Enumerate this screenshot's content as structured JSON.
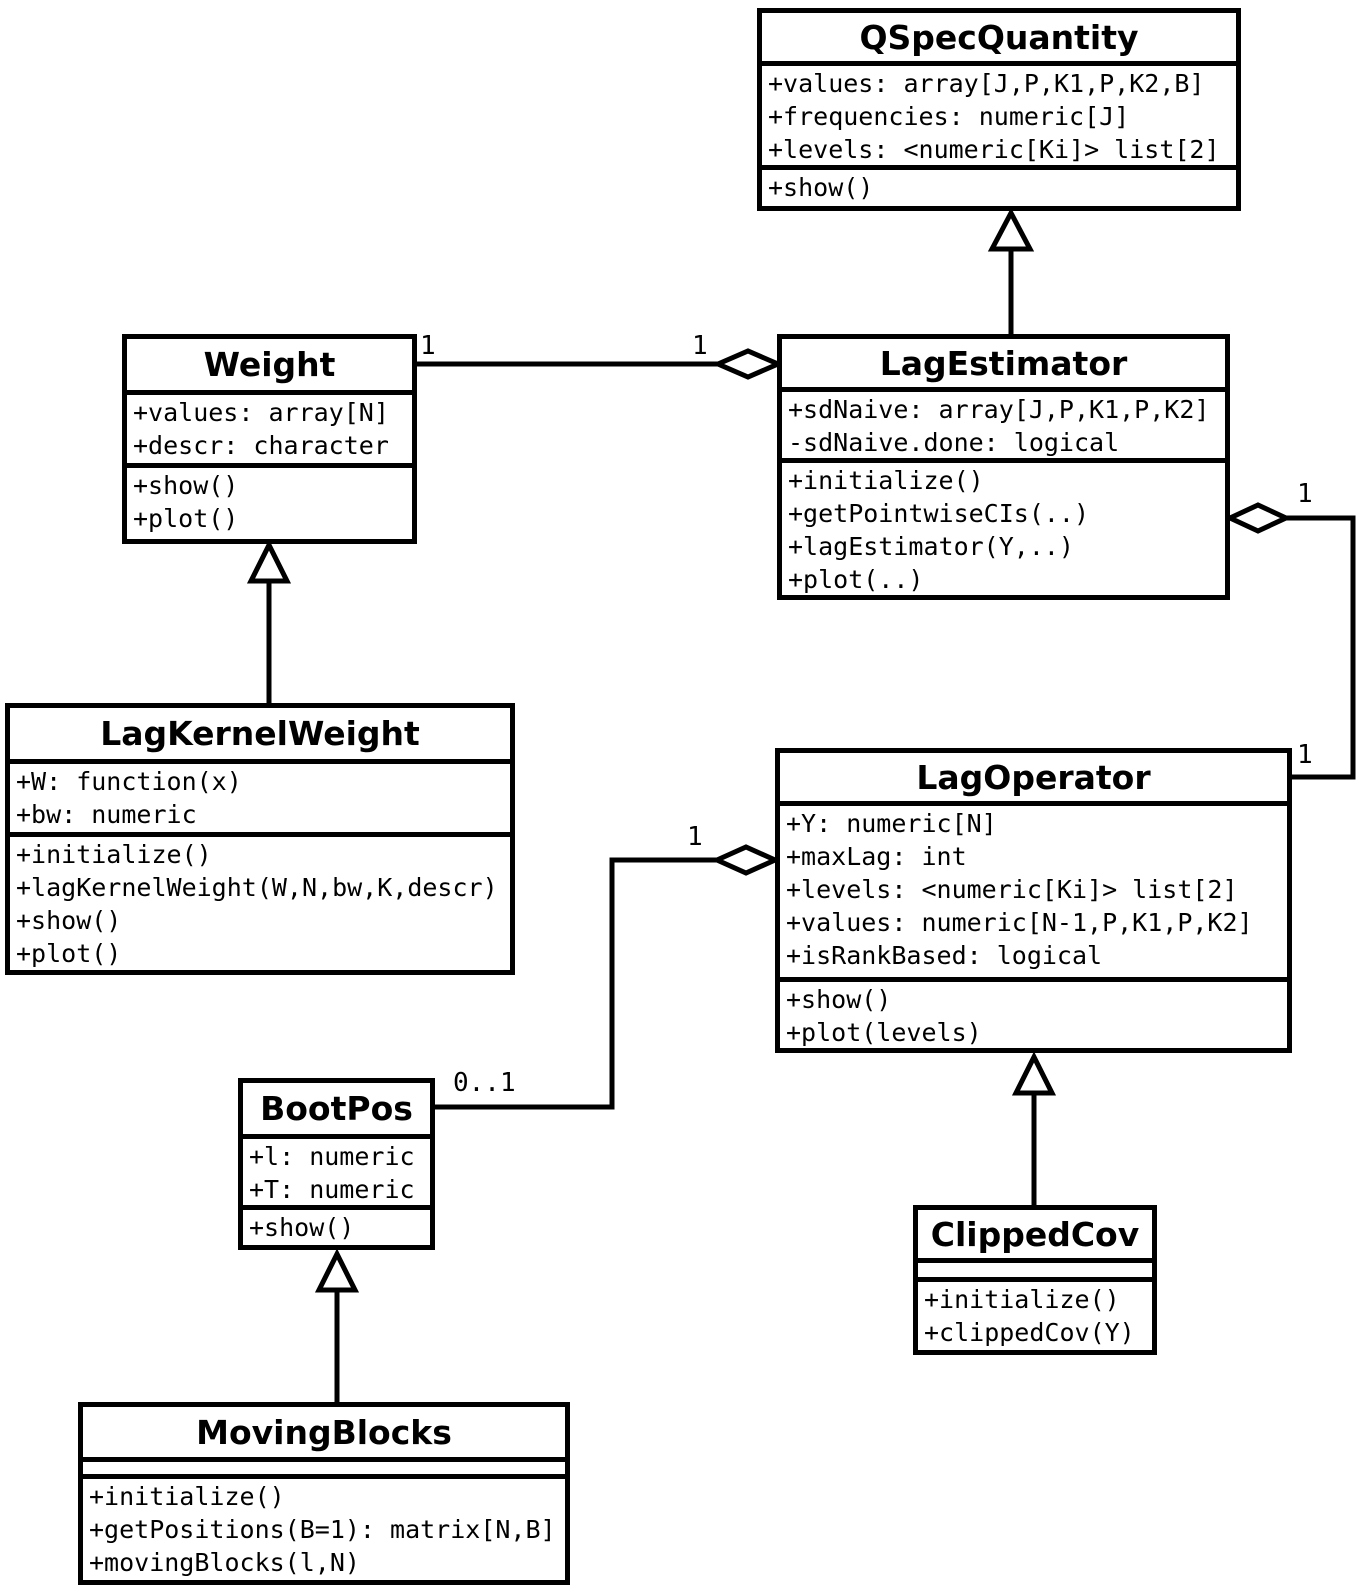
{
  "diagram": {
    "type": "uml-class-diagram",
    "line_color": "#000000",
    "background_color": "#ffffff",
    "classes": {
      "qspec_quantity": {
        "title": "QSpecQuantity",
        "attributes": [
          "+values: array[J,P,K1,P,K2,B]",
          "+frequencies: numeric[J]",
          "+levels: <numeric[Ki]> list[2]"
        ],
        "methods": [
          "+show()"
        ]
      },
      "weight": {
        "title": "Weight",
        "attributes": [
          "+values: array[N]",
          "+descr: character"
        ],
        "methods": [
          "+show()",
          "+plot()"
        ]
      },
      "lag_estimator": {
        "title": "LagEstimator",
        "attributes": [
          "+sdNaive: array[J,P,K1,P,K2]",
          "-sdNaive.done: logical"
        ],
        "methods": [
          "+initialize()",
          "+getPointwiseCIs(..)",
          "+lagEstimator(Y,..)",
          "+plot(..)"
        ]
      },
      "lag_kernel_weight": {
        "title": "LagKernelWeight",
        "attributes": [
          "+W: function(x)",
          "+bw: numeric"
        ],
        "methods": [
          "+initialize()",
          "+lagKernelWeight(W,N,bw,K,descr)",
          "+show()",
          "+plot()"
        ]
      },
      "lag_operator": {
        "title": "LagOperator",
        "attributes": [
          "+Y: numeric[N]",
          "+maxLag: int",
          "+levels: <numeric[Ki]> list[2]",
          "+values: numeric[N-1,P,K1,P,K2]",
          "+isRankBased: logical"
        ],
        "methods": [
          "+show()",
          "+plot(levels)"
        ]
      },
      "boot_pos": {
        "title": "BootPos",
        "attributes": [
          "+l: numeric",
          "+T: numeric"
        ],
        "methods": [
          "+show()"
        ]
      },
      "clipped_cov": {
        "title": "ClippedCov",
        "attributes": [],
        "methods": [
          "+initialize()",
          "+clippedCov(Y)"
        ]
      },
      "moving_blocks": {
        "title": "MovingBlocks",
        "attributes": [],
        "methods": [
          "+initialize()",
          "+getPositions(B=1): matrix[N,B]",
          "+movingBlocks(l,N)"
        ]
      }
    },
    "relationships": {
      "lagestimator_isa_qspecquantity": {
        "type": "generalization",
        "from": "LagEstimator",
        "to": "QSpecQuantity"
      },
      "lagkernelweight_isa_weight": {
        "type": "generalization",
        "from": "LagKernelWeight",
        "to": "Weight"
      },
      "clippedcov_isa_lagoperator": {
        "type": "generalization",
        "from": "ClippedCov",
        "to": "LagOperator"
      },
      "movingblocks_isa_bootpos": {
        "type": "generalization",
        "from": "MovingBlocks",
        "to": "BootPos"
      },
      "weight_lagestimator": {
        "type": "aggregation",
        "from": "Weight",
        "to": "LagEstimator",
        "mult_at_weight": "1",
        "mult_at_diamond": "1"
      },
      "lagoperator_lagestimator": {
        "type": "aggregation",
        "from": "LagOperator",
        "to": "LagEstimator",
        "mult_at_diamond": "1",
        "mult_at_lagoperator": "1"
      },
      "bootpos_lagoperator": {
        "type": "aggregation",
        "from": "BootPos",
        "to": "LagOperator",
        "mult_at_bootpos": "0..1",
        "mult_at_diamond": "1"
      }
    }
  }
}
